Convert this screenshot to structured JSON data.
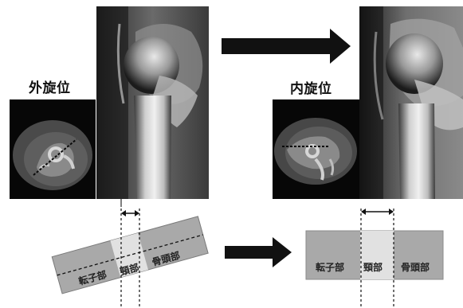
{
  "left_panel": {
    "rotation_label": "外旋位",
    "segments": [
      "転子部",
      "頸部",
      "骨頭部"
    ]
  },
  "right_panel": {
    "rotation_label": "内旋位",
    "segments": [
      "転子部",
      "頸部",
      "骨頭部"
    ]
  },
  "colors": {
    "arrow": "#111111",
    "segment_gray": "#a9a9a9",
    "neck_highlight": "#e1e1e1",
    "xray_dark": "#0b0b0b",
    "xray_bone": "#d6d6d6"
  },
  "icons": [
    "right-arrow-icon",
    "double-arrow-icon"
  ]
}
